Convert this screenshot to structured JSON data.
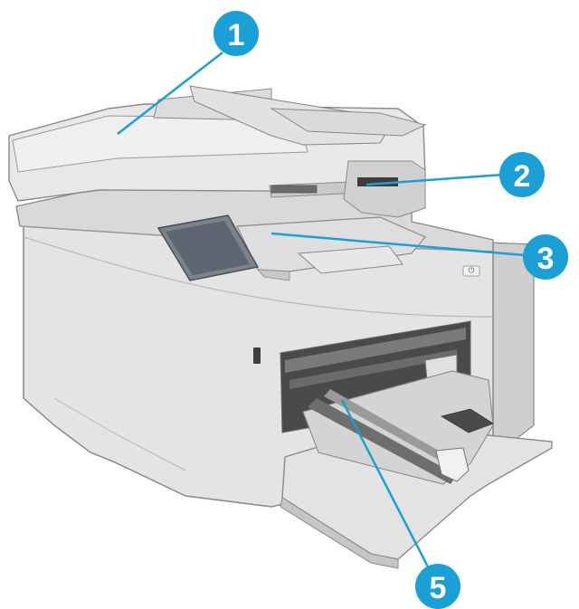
{
  "colors": {
    "callout": "#1a9fd6",
    "leader": "#1a9fd6",
    "body_light": "#e6e6e6",
    "body_mid": "#d2d2d2",
    "body_dark": "#a8a8a8",
    "outline": "#8a8a8a",
    "slot_dark": "#4a4a4a",
    "screen": "#5d6670"
  },
  "callouts": [
    {
      "id": "1",
      "label": "1",
      "target": "document-feeder"
    },
    {
      "id": "2",
      "label": "2",
      "target": "scanner-output-slot"
    },
    {
      "id": "3",
      "label": "3",
      "target": "output-bin"
    },
    {
      "id": "5",
      "label": "5",
      "target": "input-tray"
    }
  ],
  "icons": {
    "power": "power-button-icon",
    "usb": "usb-port-icon"
  },
  "power_glyph": "⏻"
}
